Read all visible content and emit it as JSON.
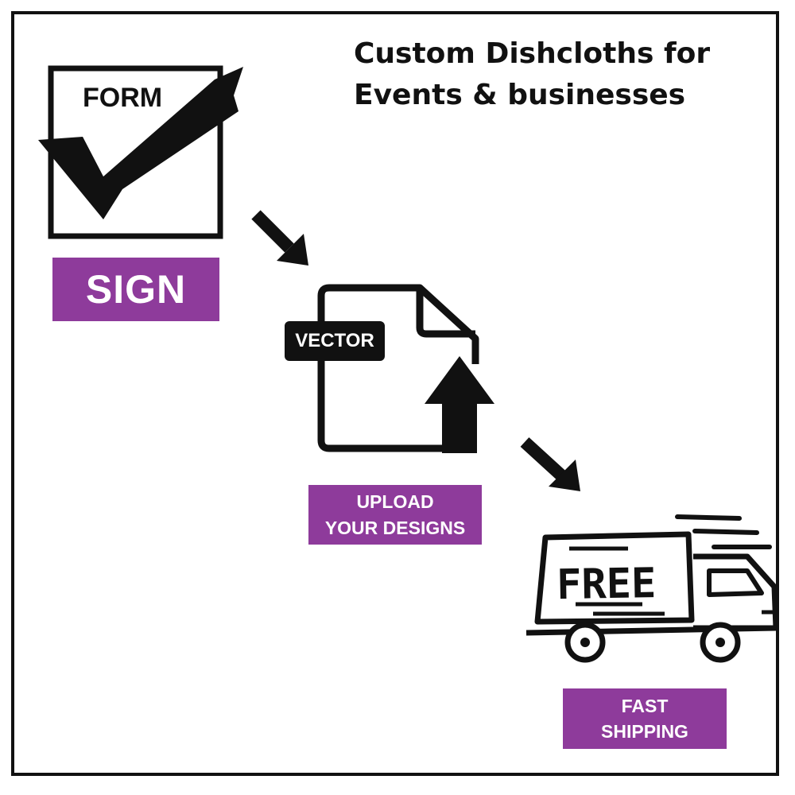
{
  "title": {
    "line1": "Custom Dishcloths for",
    "line2": "Events & businesses"
  },
  "steps": [
    {
      "icon": "checkbox-form-icon",
      "icon_text": "FORM",
      "label": "SIGN"
    },
    {
      "icon": "file-upload-icon",
      "icon_text": "VECTOR",
      "label_lines": [
        "UPLOAD",
        "YOUR DESIGNS"
      ]
    },
    {
      "icon": "delivery-truck-icon",
      "icon_text": "FREE",
      "label_lines": [
        "FAST",
        "SHIPPING"
      ]
    }
  ],
  "colors": {
    "label_background": "#8e3b9b",
    "ink": "#111111"
  }
}
